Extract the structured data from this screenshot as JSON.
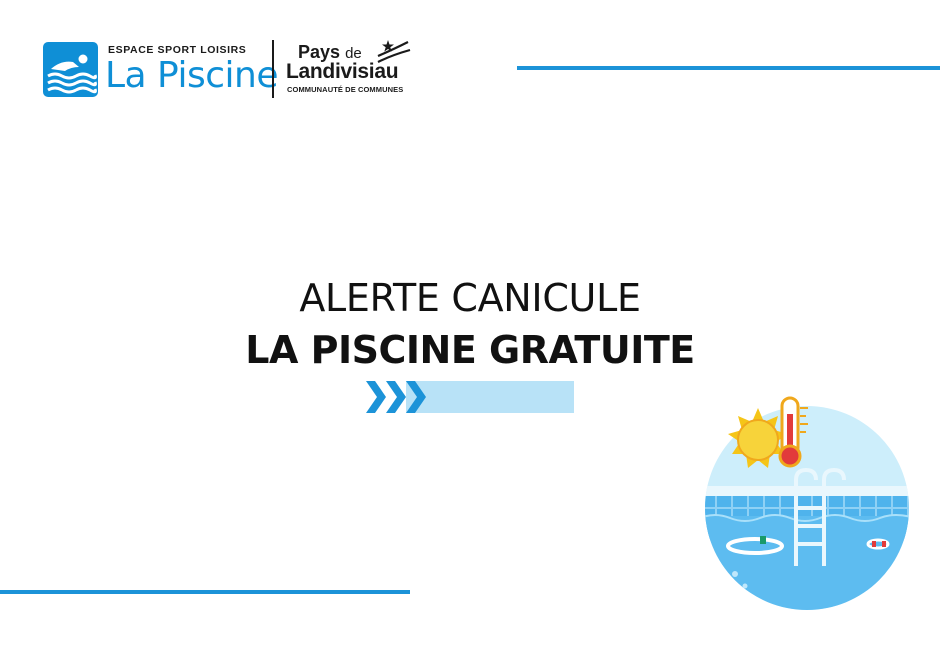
{
  "header": {
    "piscine_logo": {
      "subtitle": "ESPACE SPORT LOISIRS",
      "name": "La Piscine",
      "color": "#0f8fd6"
    },
    "landivisiau_logo": {
      "line1": "Pays",
      "line1_suffix": "de",
      "line2": "Landivisiau",
      "line3": "COMMUNAUTÉ DE COMMUNES"
    }
  },
  "headline": {
    "line1": "ALERTE CANICULE",
    "line2": "LA PISCINE GRATUITE"
  },
  "colors": {
    "accent_blue": "#1c93d8",
    "light_blue": "#b8e2f7",
    "pool_blue": "#4fb3ec",
    "sun_yellow": "#f5c518"
  },
  "icons": {
    "chevrons": "chevron-right-icon",
    "illustration": "heatwave-pool-icon"
  }
}
